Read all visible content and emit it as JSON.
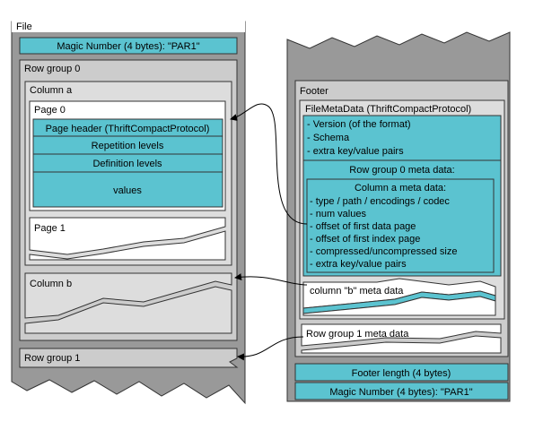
{
  "file": {
    "label": "File",
    "magic_header": "Magic Number (4 bytes): \"PAR1\"",
    "row_group_0": {
      "label": "Row group 0",
      "column_a": {
        "label": "Column a",
        "page_0": {
          "label": "Page 0",
          "page_header": "Page header (ThriftCompactProtocol)",
          "repetition_levels": "Repetition levels",
          "definition_levels": "Definition levels",
          "values": "values"
        },
        "page_1": {
          "label": "Page 1"
        }
      },
      "column_b": {
        "label": "Column b"
      }
    },
    "row_group_1": {
      "label": "Row group 1"
    }
  },
  "footer": {
    "label": "Footer",
    "file_metadata": {
      "label": "FileMetaData (ThriftCompactProtocol)",
      "fields": [
        "- Version (of the format)",
        "- Schema",
        "- extra key/value pairs"
      ],
      "row_group_0_meta": {
        "label": "Row group 0 meta data:",
        "column_a_meta": {
          "label": "Column a meta data:",
          "fields": [
            "- type / path / encodings /  codec",
            "- num values",
            "- offset of first data page",
            "- offset of first index page",
            "- compressed/uncompressed size",
            "- extra key/value pairs"
          ]
        },
        "column_b_meta": {
          "label": "column \"b\" meta data"
        }
      },
      "row_group_1_meta": {
        "label": "Row group 1 meta data"
      }
    },
    "footer_length": "Footer length (4 bytes)",
    "magic_footer": "Magic Number (4 bytes): \"PAR1\""
  },
  "colors": {
    "outer_gray": "#999999",
    "panel_gray": "#cccccc",
    "inner_gray": "#dddddd",
    "cyan": "#5bc3d0",
    "white": "#ffffff",
    "stroke": "#333333"
  }
}
